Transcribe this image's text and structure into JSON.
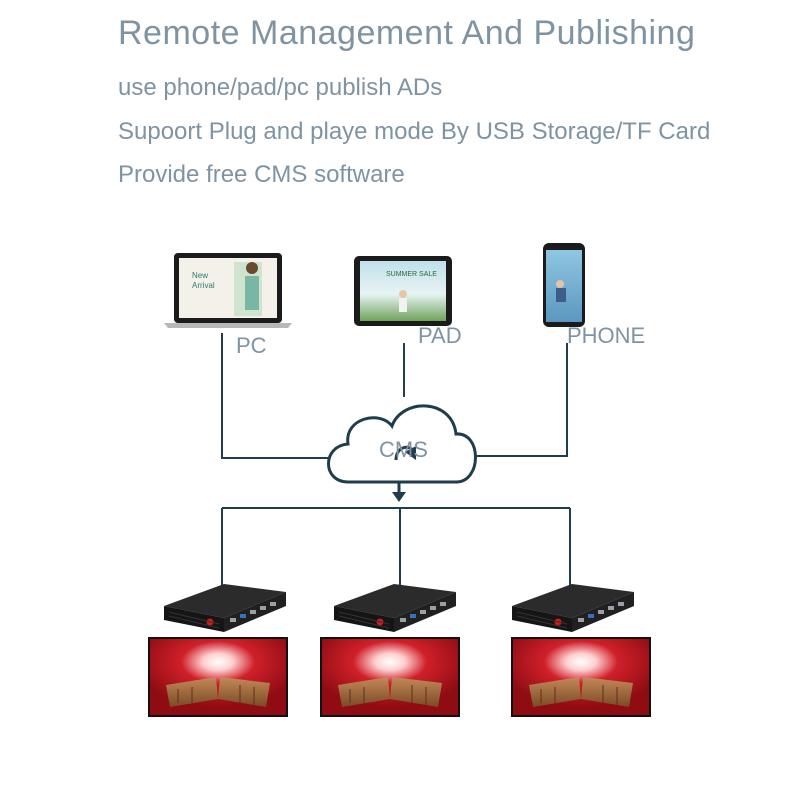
{
  "header": {
    "title": "Remote Management And Publishing",
    "bullets": [
      "use phone/pad/pc publish ADs",
      "Supoort Plug and playe mode By USB Storage/TF Card",
      "Provide free CMS software"
    ]
  },
  "devices": {
    "pc": {
      "label": "PC",
      "screen_text_1": "New",
      "screen_text_2": "Arrival"
    },
    "pad": {
      "label": "PAD",
      "screen_text": "SUMMER SALE"
    },
    "phone": {
      "label": "PHONE"
    }
  },
  "cloud": {
    "label": "CMS"
  },
  "colors": {
    "line": "#1f3d4c",
    "text": "#7f93a3",
    "screen_red": "#b0121a",
    "player_body": "#1c1c1c"
  },
  "players": {
    "count": 3
  }
}
